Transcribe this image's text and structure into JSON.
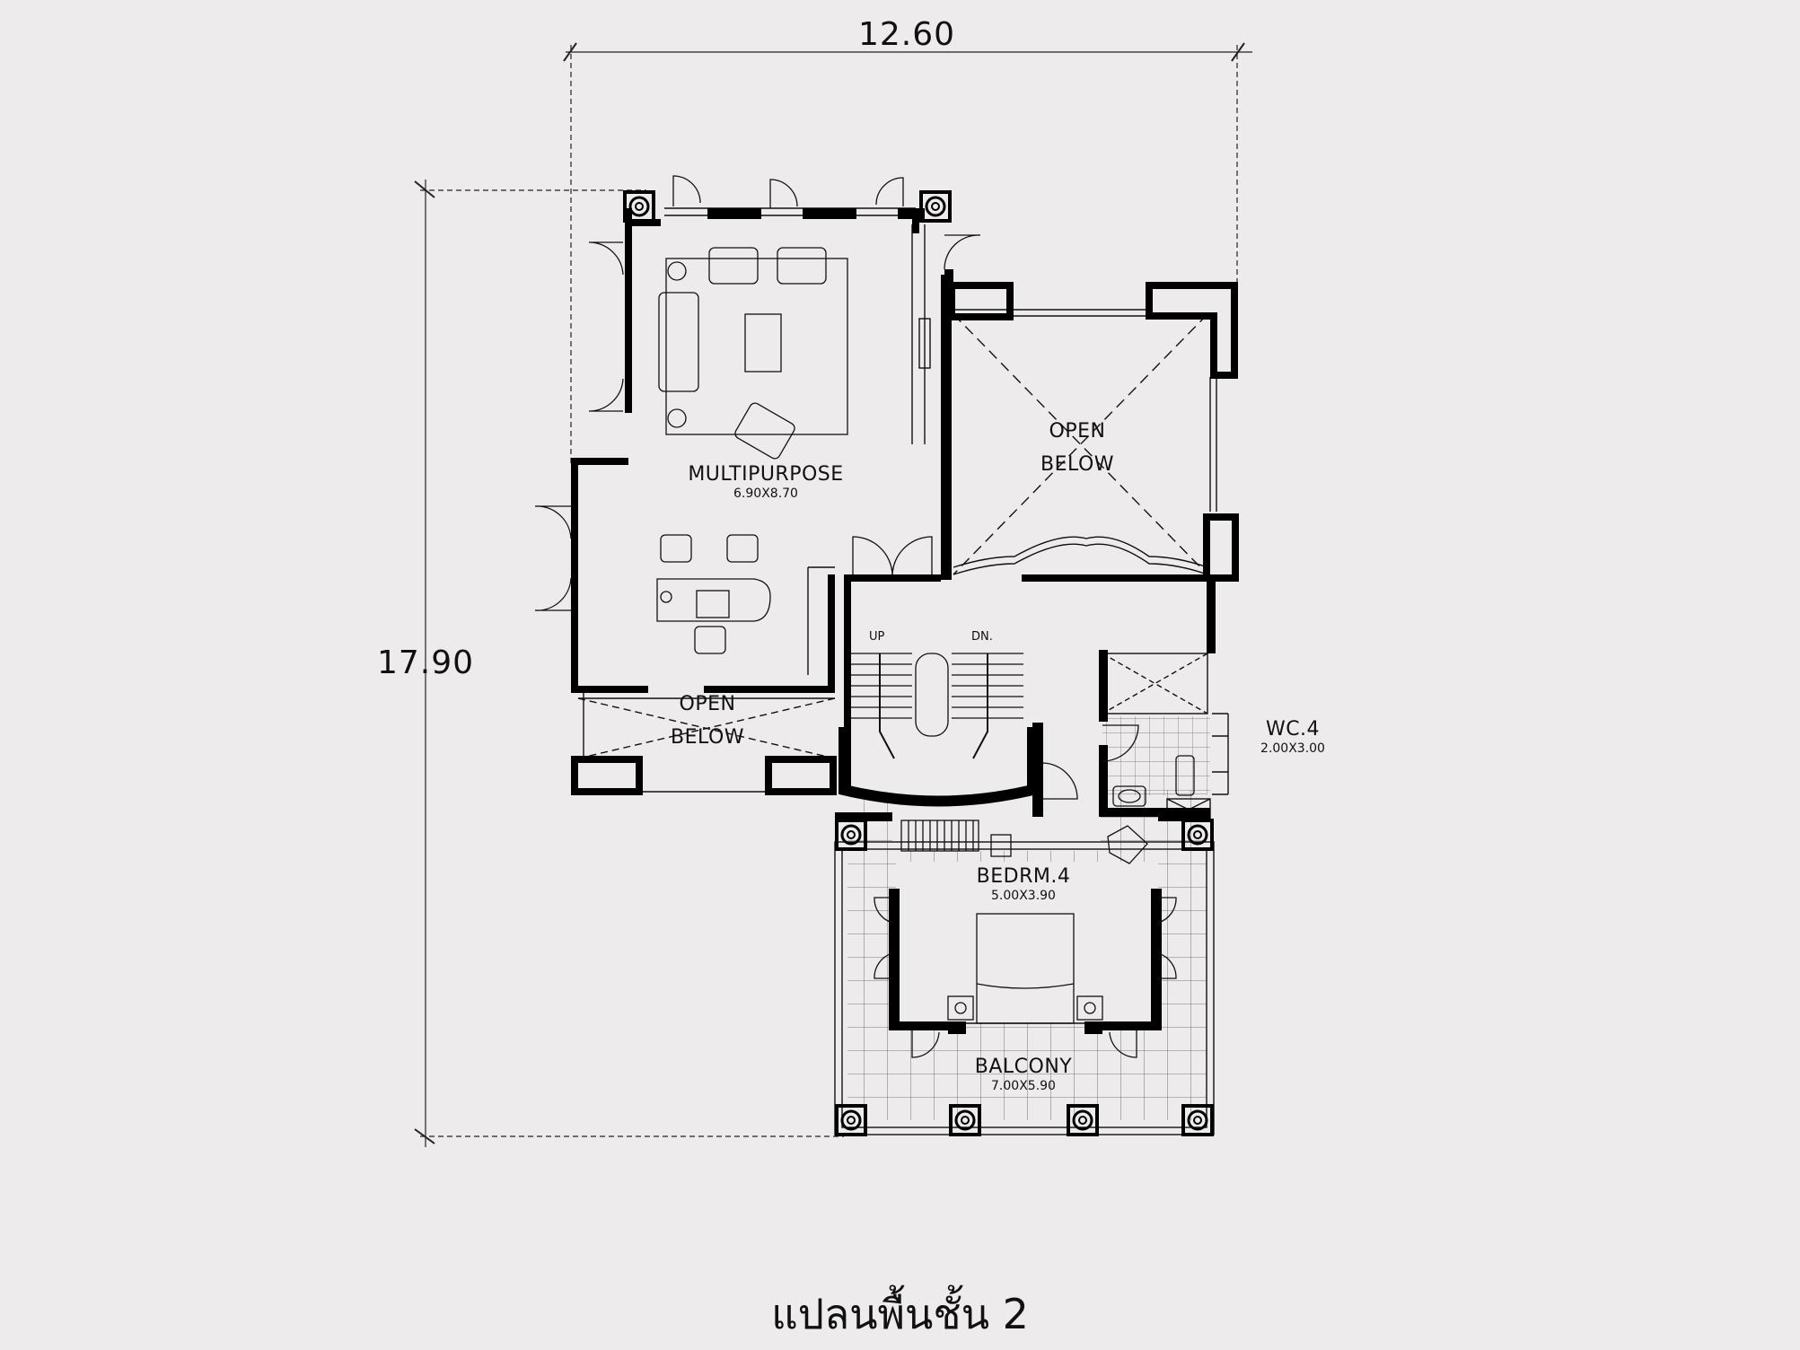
{
  "plan": {
    "title": "แปลนพื้นชั้น 2",
    "dimensions": {
      "width": "12.60",
      "depth": "17.90"
    },
    "rooms": [
      {
        "id": "multipurpose",
        "name": "MULTIPURPOSE",
        "size": "6.90X8.70"
      },
      {
        "id": "open-below-top",
        "name": "OPEN",
        "name2": "BELOW"
      },
      {
        "id": "open-below-left",
        "name": "OPEN",
        "name2": "BELOW"
      },
      {
        "id": "wc4",
        "name": "WC.4",
        "size": "2.00X3.00"
      },
      {
        "id": "bedrm4",
        "name": "BEDRM.4",
        "size": "5.00X3.90"
      },
      {
        "id": "balcony",
        "name": "BALCONY",
        "size": "7.00X5.90"
      }
    ],
    "stair_labels": {
      "up": "UP",
      "down": "DN."
    }
  },
  "colors": {
    "background": "#edebeb",
    "wall": "#000000",
    "line": "#111111"
  }
}
